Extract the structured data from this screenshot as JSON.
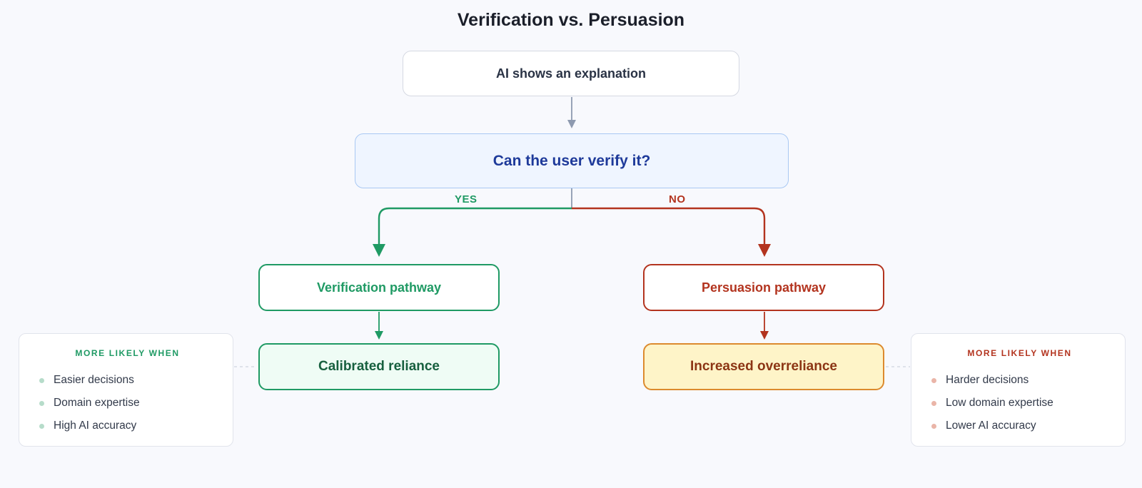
{
  "title": "Verification vs. Persuasion",
  "nodes": {
    "start": "AI shows an explanation",
    "question": "Can the user verify it?",
    "verification": "Verification pathway",
    "persuasion": "Persuasion pathway",
    "calibrated": "Calibrated reliance",
    "overreliance": "Increased overreliance"
  },
  "branches": {
    "yes": "YES",
    "no": "NO"
  },
  "cards": {
    "left": {
      "heading": "MORE LIKELY WHEN",
      "items": [
        "Easier decisions",
        "Domain expertise",
        "High AI accuracy"
      ]
    },
    "right": {
      "heading": "MORE LIKELY WHEN",
      "items": [
        "Harder decisions",
        "Low domain expertise",
        "Lower AI accuracy"
      ]
    }
  },
  "colors": {
    "green": "#1f9a64",
    "red": "#b3341f",
    "connector": "#8e9ab0",
    "amber": "#dc8a2e"
  }
}
